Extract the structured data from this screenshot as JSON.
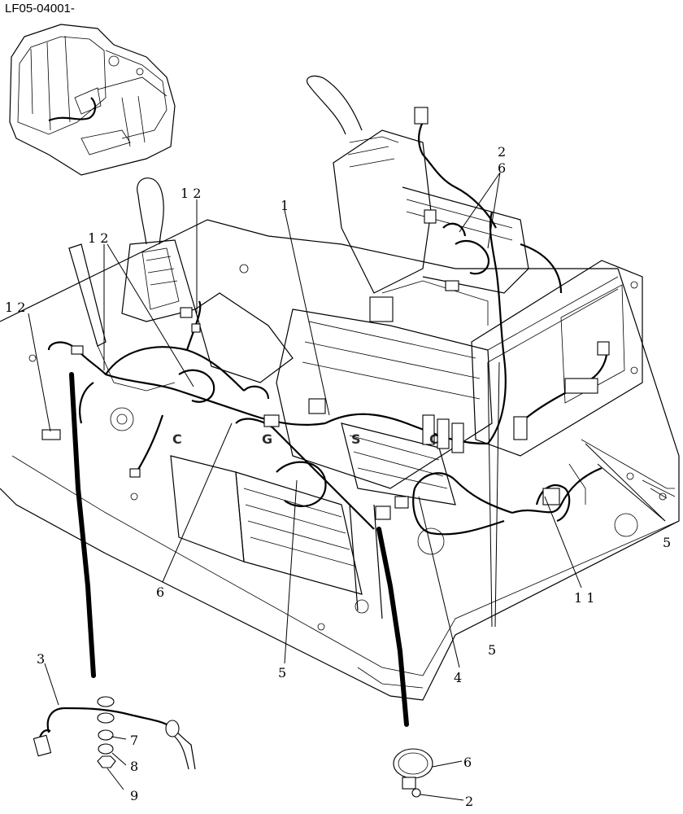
{
  "header": {
    "code": "LF05-04001-"
  },
  "watermark": {
    "letters": [
      "C",
      "G",
      "S",
      "C"
    ],
    "colors": [
      "#4a8ef0",
      "#f0736a",
      "#f7d66a",
      "#4ab27e"
    ]
  },
  "callouts": {
    "c1": "1",
    "c12a": "1 2",
    "c12b": "1 2",
    "c12c": "1 2",
    "c2top": "2",
    "c6top": "6",
    "c6mid": "6",
    "c5a": "5",
    "c5b": "5",
    "c5c": "5",
    "c4": "4",
    "c11": "1 1",
    "c3": "3",
    "c7": "7",
    "c8": "8",
    "c9": "9",
    "c6bot": "6",
    "c2bot": "2"
  }
}
